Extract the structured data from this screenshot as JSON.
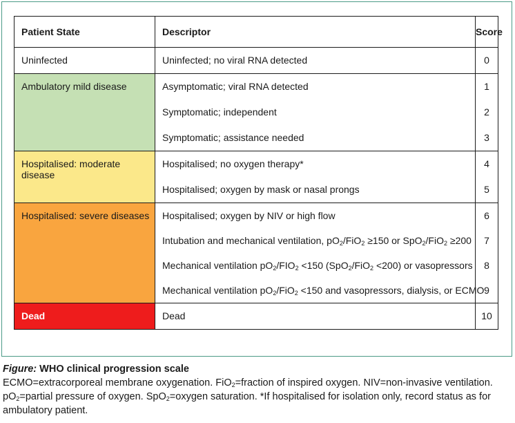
{
  "table": {
    "headers": {
      "state": "Patient State",
      "descriptor": "Descriptor",
      "score": "Score"
    },
    "groups": [
      {
        "state": "Uninfected",
        "color": "#ffffff",
        "rows": [
          {
            "descriptor": "Uninfected;  no viral RNA detected",
            "score": "0"
          }
        ]
      },
      {
        "state": "Ambulatory mild disease",
        "color": "#c5e0b4",
        "rows": [
          {
            "descriptor": "Asymptomatic; viral RNA detected",
            "score": "1"
          },
          {
            "descriptor": "Symptomatic; independent",
            "score": "2"
          },
          {
            "descriptor": "Symptomatic; assistance needed",
            "score": "3"
          }
        ]
      },
      {
        "state": "Hospitalised: moderate disease",
        "color": "#fbe88a",
        "rows": [
          {
            "descriptor": "Hospitalised; no oxygen therapy*",
            "score": "4"
          },
          {
            "descriptor": "Hospitalised; oxygen by mask or nasal prongs",
            "score": "5"
          }
        ]
      },
      {
        "state": "Hospitalised: severe diseases",
        "color": "#f9a53f",
        "rows": [
          {
            "descriptor": "Hospitalised; oxygen by NIV or high flow",
            "score": "6"
          },
          {
            "descriptor": "Intubation and mechanical ventilation, pO2/FiO2 ≥150 or SpO2/FiO2 ≥200",
            "score": "7"
          },
          {
            "descriptor": "Mechanical ventilation pO2/FIO2 <150 (SpO2/FiO2 <200) or vasopressors",
            "score": "8"
          },
          {
            "descriptor": "Mechanical ventilation pO2/FiO2 <150 and vasopressors, dialysis, or ECMO",
            "score": "9"
          }
        ]
      },
      {
        "state": "Dead",
        "color": "#ee1c1c",
        "rows": [
          {
            "descriptor": "Dead",
            "score": "10"
          }
        ]
      }
    ]
  },
  "caption": {
    "figure_label": "Figure:",
    "title": "WHO clinical progression scale",
    "body": "ECMO=extracorporeal membrane oxygenation. FiO2=fraction of inspired oxygen. NIV=non-invasive ventilation. pO2=partial pressure of oxygen. SpO2=oxygen saturation. *If hospitalised for isolation only, record status as for ambulatory patient."
  }
}
